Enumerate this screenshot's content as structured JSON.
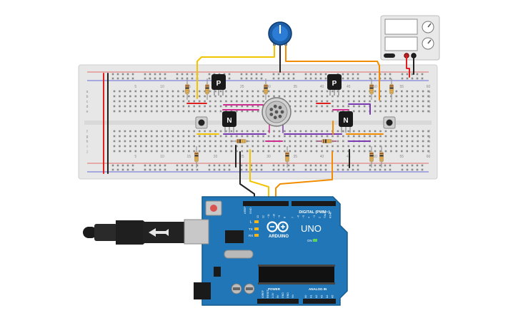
{
  "breadboard": {
    "row_letters_top": [
      "a",
      "b",
      "c",
      "d",
      "e"
    ],
    "row_letters_bottom": [
      "f",
      "g",
      "h",
      "i",
      "j"
    ],
    "column_numbers_top": [
      "5",
      "10",
      "15",
      "20",
      "25",
      "30",
      "35",
      "40",
      "45",
      "50",
      "55",
      "60"
    ],
    "column_numbers_bottom": [
      "5",
      "10",
      "15",
      "20",
      "25",
      "30",
      "35",
      "40",
      "45",
      "50",
      "55",
      "60"
    ]
  },
  "components": {
    "pnp_left_label": "P",
    "pnp_right_label": "P",
    "npn_left_label": "N",
    "npn_right_label": "N"
  },
  "arduino": {
    "brand_text": "ARDUINO",
    "model_text": "UNO",
    "digital_label": "DIGITAL (PWM~)",
    "power_label": "POWER",
    "analog_label": "ANALOG IN",
    "led_l": "L",
    "led_tx": "TX",
    "led_rx": "RX",
    "on_label": "ON",
    "ioref": "IOREF",
    "reset": "RESET",
    "v33": "3.3V",
    "v5": "5V",
    "gnd1": "GND",
    "gnd2": "GND",
    "vin": "Vin",
    "aref": "AREF",
    "gnd_top": "GND",
    "analog_pins": [
      "A0",
      "A1",
      "A2",
      "A3",
      "A4",
      "A5"
    ],
    "digital_pins": [
      "13",
      "12",
      "~11",
      "~10",
      "~9",
      "8",
      "7",
      "~6",
      "~5",
      "4",
      "~3",
      "2",
      "TX▸1",
      "RX◂0"
    ]
  },
  "colors": {
    "wire_yellow": "#f2c400",
    "wire_orange": "#f28c00",
    "wire_red": "#e01f1f",
    "wire_black": "#222222",
    "wire_magenta": "#cc2d8f",
    "wire_purple": "#7a3bb2",
    "board_blue": "#2076b6",
    "breadboard": "#e8e8e8"
  }
}
